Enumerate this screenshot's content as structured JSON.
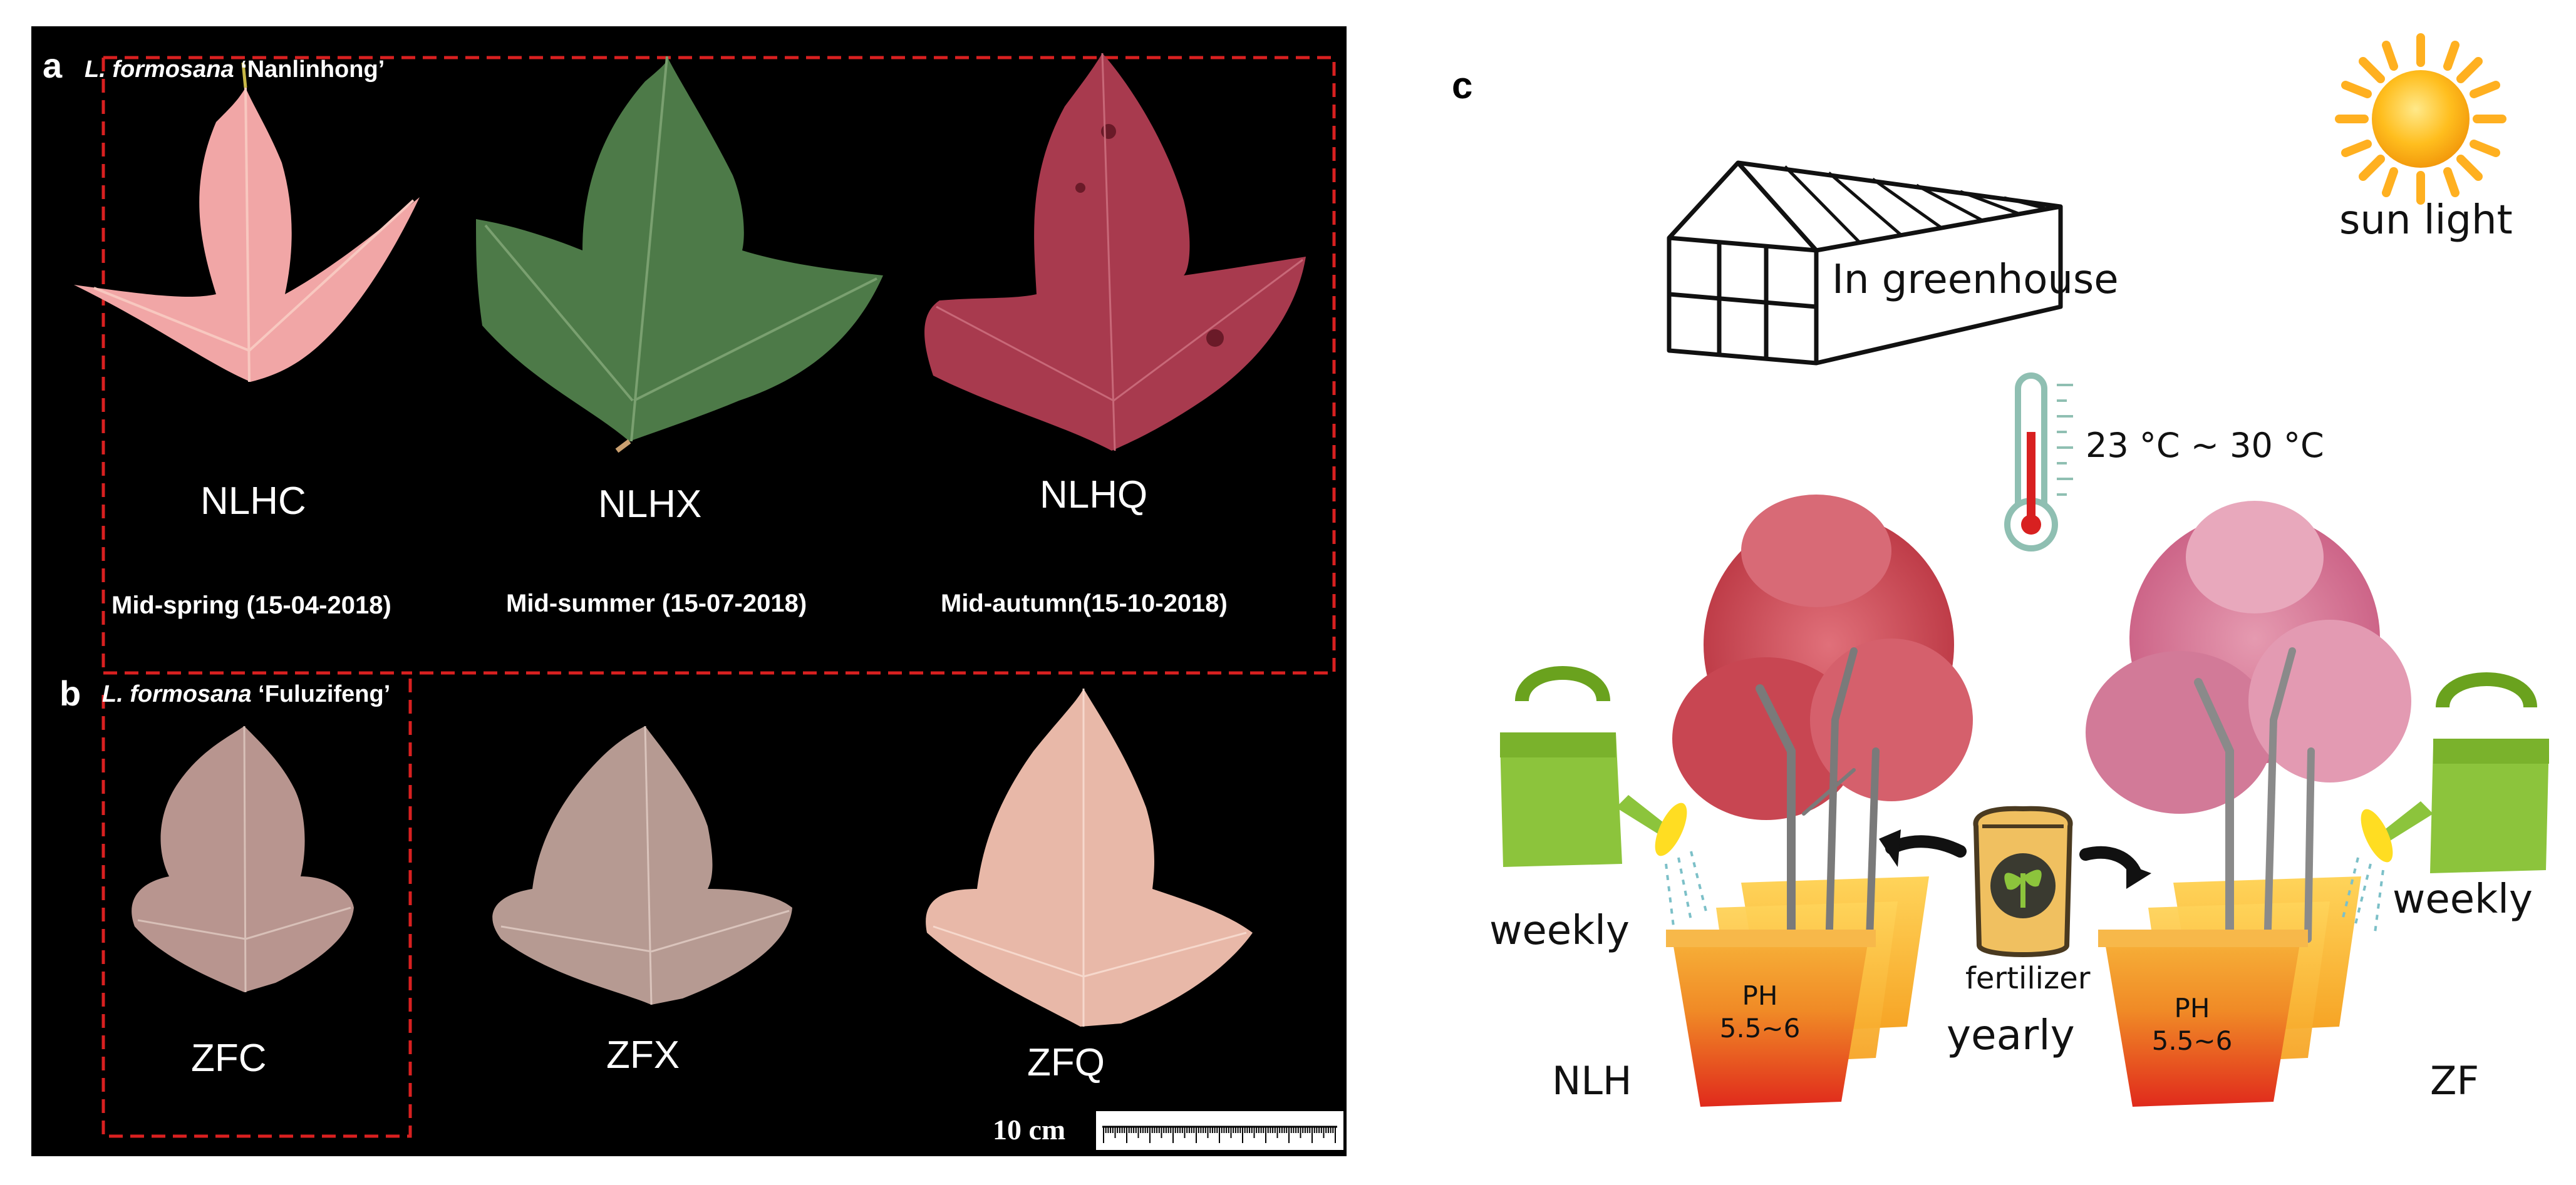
{
  "panel_a": {
    "letter": "a",
    "species": "L. formosana",
    "cultivar": " ‘Nanlinhong’",
    "leaves": [
      {
        "code": "NLHC",
        "season": "Mid-spring (15-04-2018)",
        "color": "#f0a8a8"
      },
      {
        "code": "NLHX",
        "season": "Mid-summer (15-07-2018)",
        "color": "#4f7a4a"
      },
      {
        "code": "NLHQ",
        "season": "Mid-autumn(15-10-2018)",
        "color": "#a83a4e"
      }
    ]
  },
  "panel_b": {
    "letter": "b",
    "species": "L. formosana",
    "cultivar": " ‘Fuluzifeng’",
    "leaves": [
      {
        "code": "ZFC",
        "color": "#b8958f"
      },
      {
        "code": "ZFX",
        "color": "#b49890"
      },
      {
        "code": "ZFQ",
        "color": "#e8b8a8"
      }
    ],
    "scale_label": "10 cm"
  },
  "panel_c": {
    "letter": "c",
    "greenhouse_label": "In greenhouse",
    "sun_label": "sun light",
    "temperature_label": "23 °C ~ 30 °C",
    "left_watering": "weekly",
    "right_watering": "weekly",
    "fertilizer_label": "fertilizer",
    "fertilizer_freq": "yearly",
    "left_group": "NLH",
    "right_group": "ZF",
    "ph_left_1": "PH",
    "ph_left_2": "5.5~6",
    "ph_right_1": "PH",
    "ph_right_2": "5.5~6"
  },
  "colors": {
    "background_photo": "#000000",
    "dashed_frame": "#d92020",
    "watering_can": "#8cc43c",
    "pot_orange": "#f5a623",
    "pot_red": "#e0301e",
    "fertilizer_bag": "#f0c060",
    "thermometer": "#8fbfb2"
  }
}
